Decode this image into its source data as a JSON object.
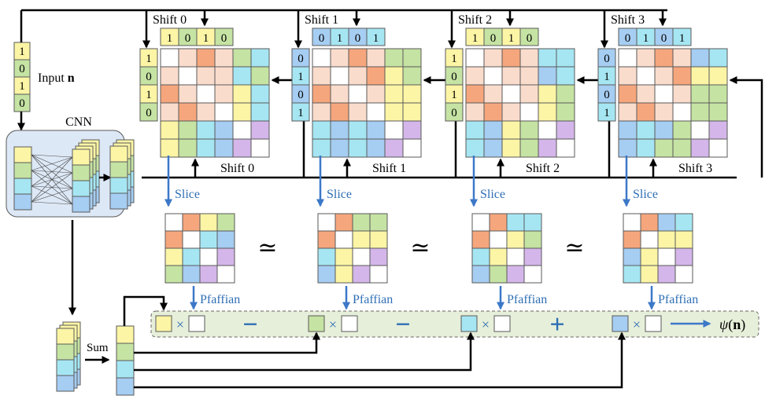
{
  "input": {
    "label_prefix": "Input ",
    "label_symbol": "n",
    "bits": [
      "1",
      "0",
      "1",
      "0"
    ]
  },
  "cnn": {
    "label": "CNN"
  },
  "sum": {
    "label": "Sum"
  },
  "op_slice": "Slice",
  "op_pfaffian": "Pfaffian",
  "approx_symbol": "≃",
  "times_symbol": "×",
  "output": {
    "psi": "ψ",
    "arg": "n",
    "open": "(",
    "close": ")"
  },
  "blocks": [
    {
      "shift_label": "Shift 0",
      "top_bits": [
        "1",
        "0",
        "1",
        "0"
      ],
      "side_bits": [
        "1",
        "0",
        "1",
        "0"
      ],
      "sign_after": "−"
    },
    {
      "shift_label": "Shift 1",
      "top_bits": [
        "0",
        "1",
        "0",
        "1"
      ],
      "side_bits": [
        "0",
        "1",
        "0",
        "1"
      ],
      "sign_after": "−"
    },
    {
      "shift_label": "Shift 2",
      "top_bits": [
        "1",
        "0",
        "1",
        "0"
      ],
      "side_bits": [
        "1",
        "0",
        "1",
        "0"
      ],
      "sign_after": "+"
    },
    {
      "shift_label": "Shift 3",
      "top_bits": [
        "0",
        "1",
        "0",
        "1"
      ],
      "side_bits": [
        "0",
        "1",
        "0",
        "1"
      ],
      "sign_after": ""
    }
  ],
  "colors": {
    "yellow": "#fcf5a5",
    "green": "#c5e3a3",
    "cyan": "#a6e6f3",
    "blue": "#a6cdf2",
    "salmon": "#f6a67c",
    "peach": "#fadccc",
    "purple": "#d4b6ea",
    "accent": "#3c78c8",
    "panel": "#dde8f6",
    "band": "#e6efd9"
  }
}
